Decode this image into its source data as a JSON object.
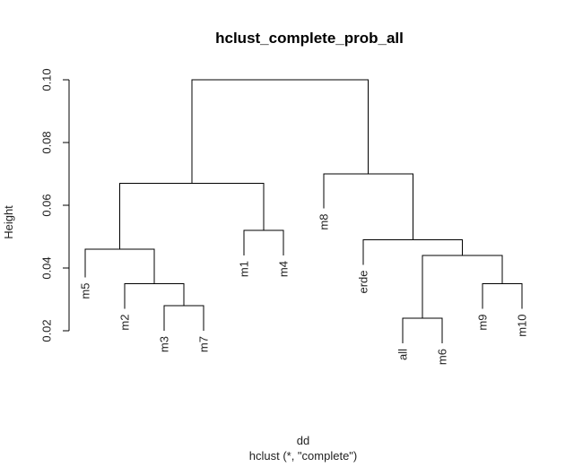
{
  "chart_data": {
    "type": "dendrogram",
    "title": "hclust_complete_prob_all",
    "xlabel": "dd",
    "sublabel": "hclust (*, \"complete\")",
    "ylabel": "Height",
    "ylim": [
      0.02,
      0.1
    ],
    "yticks": [
      0.02,
      0.04,
      0.06,
      0.08,
      0.1
    ],
    "ytick_labels": [
      "0.02",
      "0.04",
      "0.06",
      "0.08",
      "0.10"
    ],
    "leaves": [
      {
        "label": "m5",
        "height": 0.037
      },
      {
        "label": "m2",
        "height": 0.027
      },
      {
        "label": "m3",
        "height": 0.02
      },
      {
        "label": "m7",
        "height": 0.02
      },
      {
        "label": "m1",
        "height": 0.044
      },
      {
        "label": "m4",
        "height": 0.044
      },
      {
        "label": "m8",
        "height": 0.059
      },
      {
        "label": "erde",
        "height": 0.041
      },
      {
        "label": "all",
        "height": 0.016
      },
      {
        "label": "m6",
        "height": 0.016
      },
      {
        "label": "m9",
        "height": 0.027
      },
      {
        "label": "m10",
        "height": 0.027
      }
    ],
    "merges": [
      {
        "children": [
          "m3",
          "m7"
        ],
        "height": 0.028
      },
      {
        "children": [
          "m2",
          "m3+m7"
        ],
        "height": 0.035
      },
      {
        "children": [
          "m5",
          "m2+m3+m7"
        ],
        "height": 0.046
      },
      {
        "children": [
          "m1",
          "m4"
        ],
        "height": 0.052
      },
      {
        "children": [
          "m5-group",
          "m1+m4"
        ],
        "height": 0.067
      },
      {
        "children": [
          "all",
          "m6"
        ],
        "height": 0.024
      },
      {
        "children": [
          "m9",
          "m10"
        ],
        "height": 0.035
      },
      {
        "children": [
          "all+m6",
          "m9+m10"
        ],
        "height": 0.044
      },
      {
        "children": [
          "erde",
          "all-group"
        ],
        "height": 0.049
      },
      {
        "children": [
          "m8",
          "erde-group"
        ],
        "height": 0.07
      },
      {
        "children": [
          "left-cluster",
          "right-cluster"
        ],
        "height": 0.1
      }
    ]
  }
}
